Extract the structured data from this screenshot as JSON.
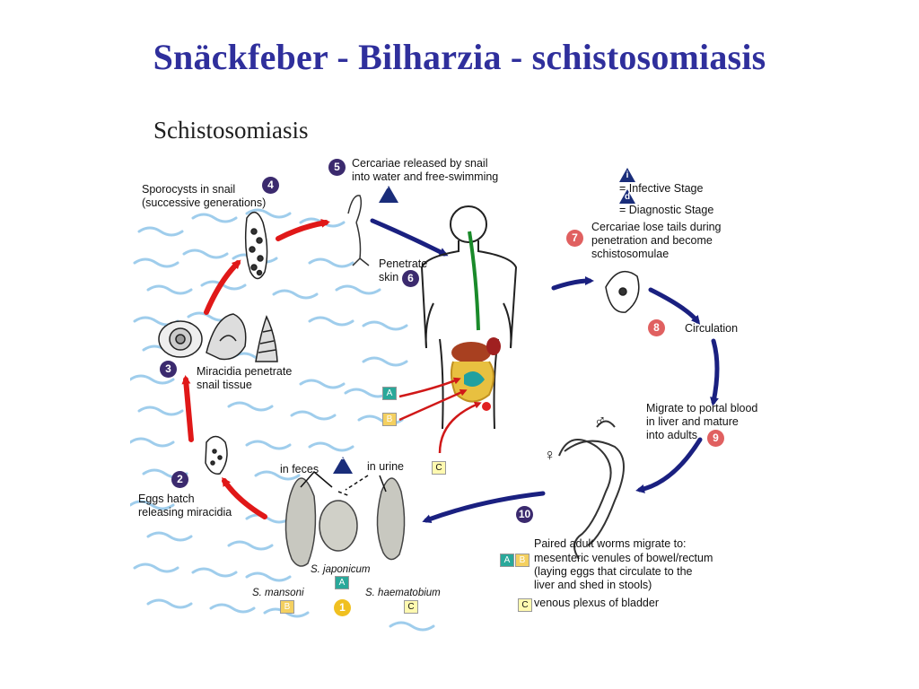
{
  "slide": {
    "title": "Snäckfeber - Bilharzia - schistosomiasis",
    "title_color": "#2f2f9c"
  },
  "diagram": {
    "title": "Schistosomiasis",
    "legend": {
      "infective": {
        "symbol": "i",
        "text": "= Infective Stage"
      },
      "diagnostic": {
        "symbol": "d",
        "text": "= Diagnostic Stage"
      }
    },
    "stages": [
      {
        "num": "1",
        "color": "#f0c020"
      },
      {
        "num": "2",
        "text": "Eggs hatch\nreleasing miracidia",
        "color": "#3b2a6e"
      },
      {
        "num": "3",
        "text": "Miracidia penetrate\nsnail tissue",
        "color": "#3b2a6e"
      },
      {
        "num": "4",
        "text": "Sporocysts in snail\n(successive generations)",
        "color": "#3b2a6e"
      },
      {
        "num": "5",
        "text": "Cercariae released by snail\ninto water and free-swimming",
        "color": "#3b2a6e"
      },
      {
        "num": "6",
        "text": "Penetrate\nskin",
        "color": "#3b2a6e"
      },
      {
        "num": "7",
        "text": "Cercariae lose tails during\npenetration and become\nschistosomulae",
        "color": "#e06060"
      },
      {
        "num": "8",
        "text": "Circulation",
        "color": "#e06060"
      },
      {
        "num": "9",
        "text": "Migrate to portal blood\nin liver and mature\ninto adults",
        "color": "#e06060"
      },
      {
        "num": "10",
        "color": "#3b2a6e"
      }
    ],
    "routes": {
      "feces": "in feces",
      "urine": "in urine"
    },
    "species": {
      "mansoni": "S. mansoni",
      "japonicum": "S. japonicum",
      "haematobium": "S. haematobium"
    },
    "tags": {
      "A": "A",
      "B": "B",
      "C": "C"
    },
    "sex": {
      "male": "♂",
      "female": "♀"
    },
    "worms_note": {
      "intro": "Paired adult worms migrate to:",
      "ab": "mesenteric venules of bowel/rectum\n(laying eggs that circulate to the\nliver and shed in stools)",
      "c": "venous plexus of bladder"
    }
  }
}
